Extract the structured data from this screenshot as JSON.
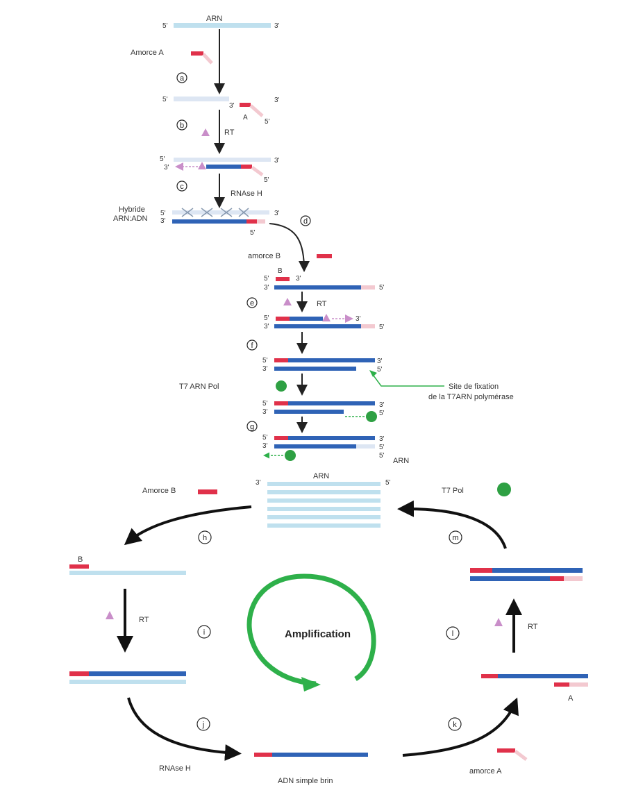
{
  "labels": {
    "arn_top": "ARN",
    "amorce_a": "Amorce A",
    "rt": "RT",
    "a": "A",
    "rnase_h": "RNAse H",
    "hybride_1": "Hybride",
    "hybride_2": "ARN:ADN",
    "amorce_b_lower": "amorce B",
    "b": "B",
    "t7_arn_pol": "T7 ARN Pol",
    "site_1": "Site de fixation",
    "site_2": "de la T7ARN polymérase",
    "arn_g": "ARN",
    "arn_pool": "ARN",
    "amorce_b_cycle": "Amorce B",
    "t7_pol": "T7 Pol",
    "amplification": "Amplification",
    "rnase_h_cycle": "RNAse H",
    "adn_simple_brin": "ADN simple brin",
    "amorce_a_cycle": "amorce A",
    "five": "5'",
    "three": "3'"
  },
  "steps": {
    "a": "a",
    "b": "b",
    "c": "c",
    "d": "d",
    "e": "e",
    "f": "f",
    "g": "g",
    "h": "h",
    "i": "i",
    "j": "j",
    "k": "k",
    "l": "l",
    "m": "m"
  },
  "colors": {
    "rna": "#bfe0ee",
    "dna": "#2f63b6",
    "primer": "#e0314a",
    "primer_tail": "#f3c9d0",
    "rt_enzyme": "#c98ec9",
    "t7_pol": "#2ea043",
    "amplification_arrow": "#2eb04a",
    "site_arrow": "#2eb04a"
  }
}
